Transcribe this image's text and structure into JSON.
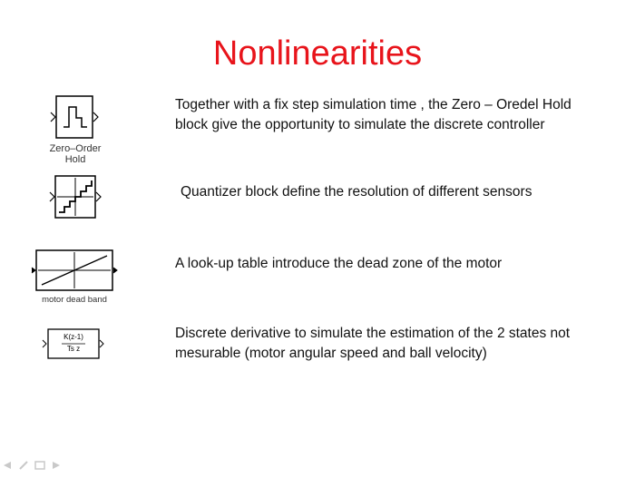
{
  "slide": {
    "title": "Nonlinearities"
  },
  "rows": [
    {
      "block_label": "Zero–Order\nHold",
      "block_label_line1": "Zero–Order",
      "block_label_line2": "Hold",
      "block_icon": "zero-order-hold-icon",
      "text_line1": "Together with a fix step simulation time , the Zero – Oredel Hold",
      "text_line2": "block give the opportunity to simulate the discrete controller"
    },
    {
      "block_label": "",
      "block_icon": "quantizer-icon",
      "text_line1": "Quantizer block define the resolution of different sensors"
    },
    {
      "block_label": "motor dead band",
      "block_icon": "lookup-table-icon",
      "text_line1": "A look-up table introduce the dead zone of the motor"
    },
    {
      "block_label": "",
      "block_icon": "discrete-derivative-icon",
      "tf_numerator": "K(z-1)",
      "tf_denominator": "Ts z",
      "text_line1": "Discrete derivative to simulate the estimation of the 2 states not",
      "text_line2": "mesurable (motor angular speed  and ball velocity)"
    }
  ],
  "controls": [
    "previous-slide-icon",
    "pen-icon",
    "slides-icon",
    "next-slide-icon"
  ],
  "colors": {
    "title": "#e8141b",
    "text": "#111111"
  }
}
